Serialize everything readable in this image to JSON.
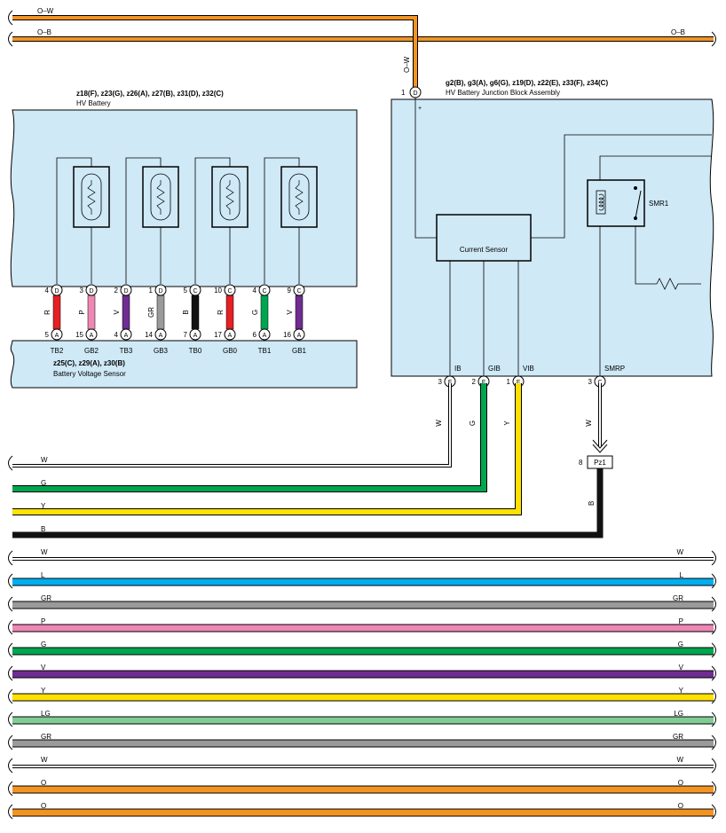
{
  "hv_battery": {
    "codes": "z18(F), z23(G), z26(A), z27(B), z31(D), z32(C)",
    "name": "HV Battery"
  },
  "voltage_sensor": {
    "codes": "z25(C), z29(A), z30(B)",
    "name": "Battery Voltage Sensor"
  },
  "junction_block": {
    "codes": "g2(B), g3(A), g6(G), z19(D), z22(E), z33(F), z34(C)",
    "name": "HV Battery Junction Block Assembly",
    "pin_num": "1",
    "pin_conn": "D",
    "plus": "+",
    "vert_wire_label": "O–W",
    "current_sensor": "Current Sensor",
    "relay": "SMR1",
    "terminals": [
      {
        "num": "3",
        "conn": "F",
        "sig": "IB",
        "wire": "W"
      },
      {
        "num": "2",
        "conn": "F",
        "sig": "GIB",
        "wire": "G"
      },
      {
        "num": "1",
        "conn": "F",
        "sig": "VIB",
        "wire": "Y"
      },
      {
        "num": "3",
        "conn": "C",
        "sig": "SMRP",
        "wire": "W"
      }
    ]
  },
  "top_buses": [
    {
      "left": "O–W",
      "right": "",
      "color": "#f39422"
    },
    {
      "left": "O–B",
      "right": "O–B",
      "color": "#f39422"
    }
  ],
  "battery_channels": [
    {
      "top_num": "4",
      "top_conn": "D",
      "wire": "R",
      "color": "#e42124",
      "bot_num": "5",
      "bot_conn": "A",
      "label": "TB2"
    },
    {
      "top_num": "3",
      "top_conn": "D",
      "wire": "P",
      "color": "#ef86b4",
      "bot_num": "15",
      "bot_conn": "A",
      "label": "GB2"
    },
    {
      "top_num": "2",
      "top_conn": "D",
      "wire": "V",
      "color": "#6f2c91",
      "bot_num": "4",
      "bot_conn": "A",
      "label": "TB3"
    },
    {
      "top_num": "1",
      "top_conn": "D",
      "wire": "GR",
      "color": "#9a9a9a",
      "bot_num": "14",
      "bot_conn": "A",
      "label": "GB3"
    },
    {
      "top_num": "5",
      "top_conn": "C",
      "wire": "B",
      "color": "#111111",
      "bot_num": "7",
      "bot_conn": "A",
      "label": "TB0"
    },
    {
      "top_num": "10",
      "top_conn": "C",
      "wire": "R",
      "color": "#e42124",
      "bot_num": "17",
      "bot_conn": "A",
      "label": "GB0"
    },
    {
      "top_num": "4",
      "top_conn": "C",
      "wire": "G",
      "color": "#00a54f",
      "bot_num": "6",
      "bot_conn": "A",
      "label": "TB1"
    },
    {
      "top_num": "9",
      "top_conn": "C",
      "wire": "V",
      "color": "#6f2c91",
      "bot_num": "16",
      "bot_conn": "A",
      "label": "GB1"
    }
  ],
  "ground_connector": {
    "num": "8",
    "name": "Pz1",
    "wire": "B"
  },
  "middle_buses": [
    {
      "left": "W",
      "right": "",
      "color": "#ffffff"
    },
    {
      "left": "G",
      "right": "",
      "color": "#00a54f"
    },
    {
      "left": "Y",
      "right": "",
      "color": "#ffe100"
    },
    {
      "left": "B",
      "right": "",
      "color": "#111111"
    }
  ],
  "bottom_buses": [
    {
      "left": "W",
      "right": "W",
      "color": "#ffffff"
    },
    {
      "left": "L",
      "right": "L",
      "color": "#00aeef"
    },
    {
      "left": "GR",
      "right": "GR",
      "color": "#9a9a9a"
    },
    {
      "left": "P",
      "right": "P",
      "color": "#ef86b4"
    },
    {
      "left": "G",
      "right": "G",
      "color": "#00a54f"
    },
    {
      "left": "V",
      "right": "V",
      "color": "#6f2c91"
    },
    {
      "left": "Y",
      "right": "Y",
      "color": "#ffe100"
    },
    {
      "left": "LG",
      "right": "LG",
      "color": "#7fcc95"
    },
    {
      "left": "GR",
      "right": "GR",
      "color": "#9a9a9a"
    },
    {
      "left": "W",
      "right": "W",
      "color": "#ffffff"
    },
    {
      "left": "O",
      "right": "O",
      "color": "#f39422"
    },
    {
      "left": "O",
      "right": "O",
      "color": "#f39422"
    }
  ],
  "colors": {
    "panel_fill": "#cfe9f6",
    "wire_outline": "#000000",
    "orange": "#f39422"
  }
}
